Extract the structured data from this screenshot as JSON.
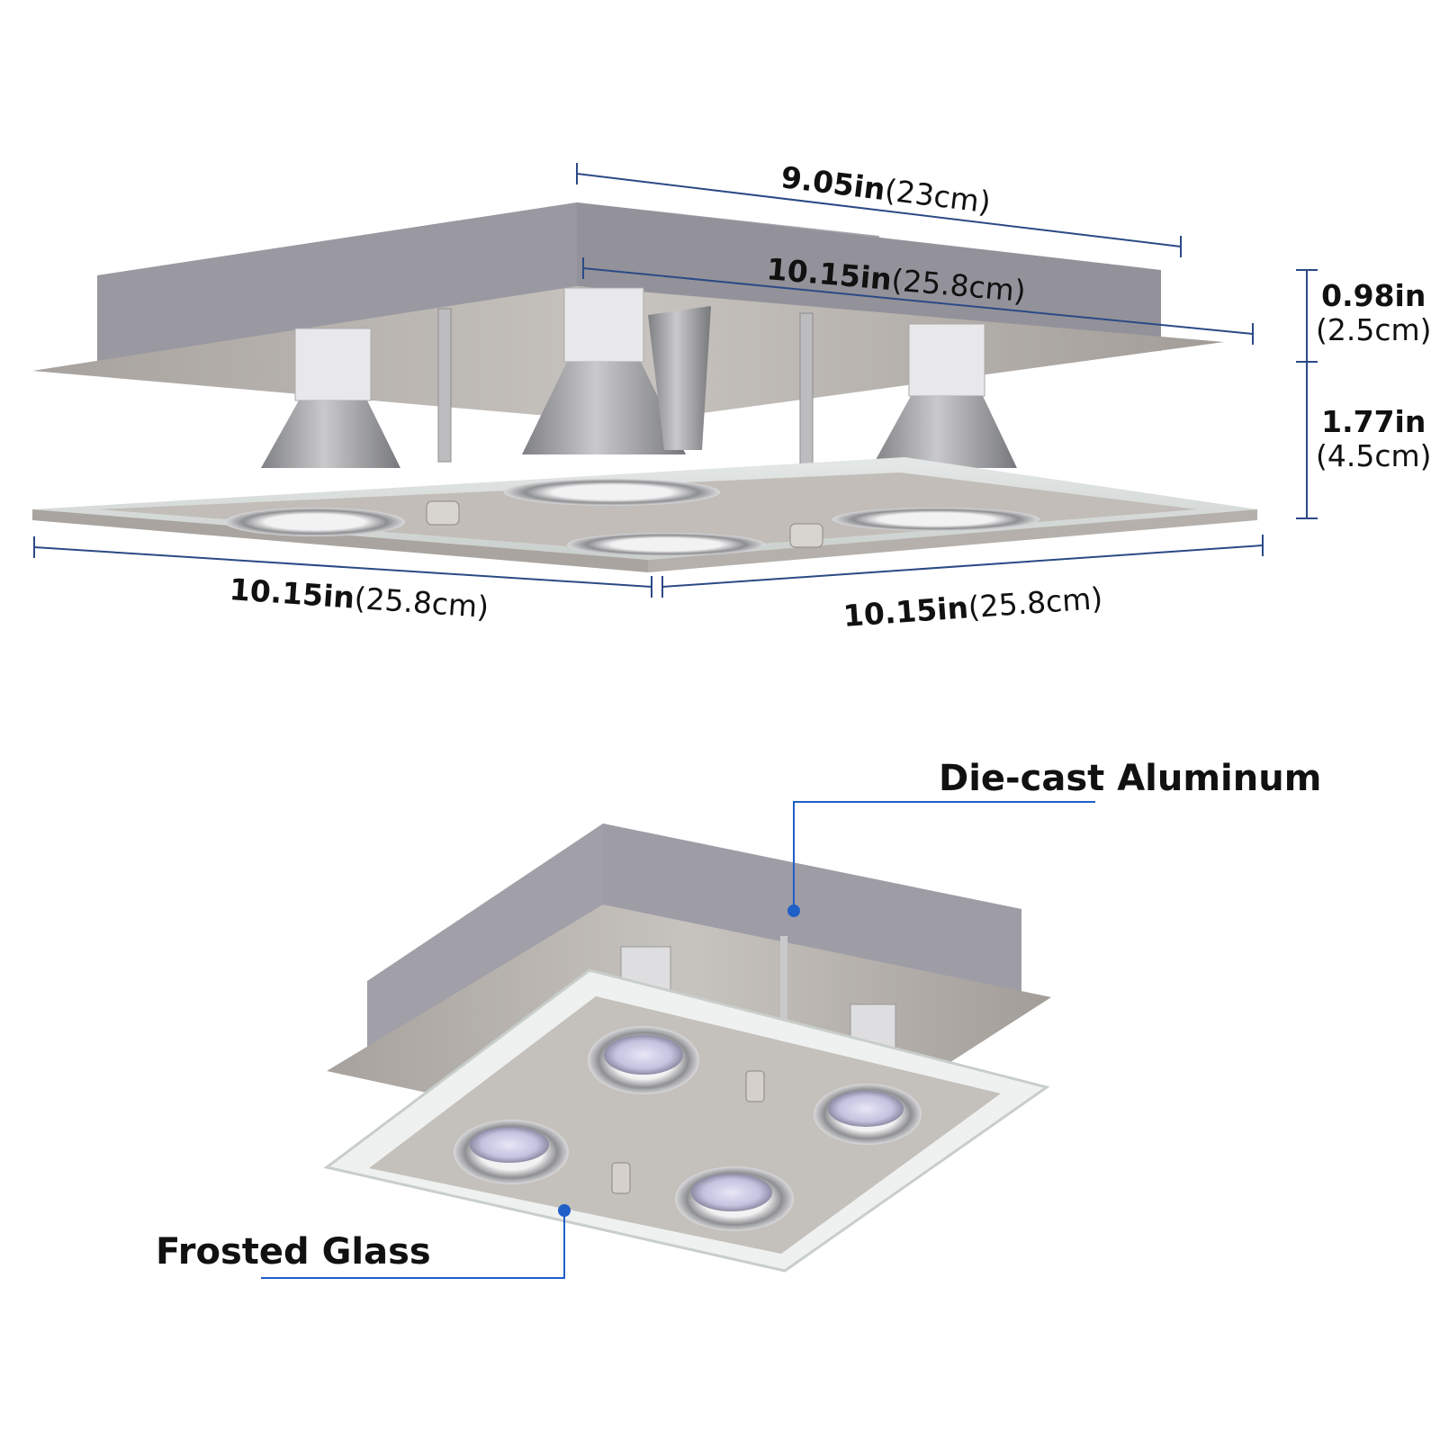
{
  "dimensions": {
    "top_depth": {
      "imperial": "9.05in",
      "metric": "(23cm)"
    },
    "top_width": {
      "imperial": "10.15in",
      "metric": "(25.8cm)"
    },
    "front_left": {
      "imperial": "10.15in",
      "metric": "(25.8cm)"
    },
    "front_right": {
      "imperial": "10.15in",
      "metric": "(25.8cm)"
    },
    "base_height": {
      "imperial": "0.98in",
      "metric": "(2.5cm)"
    },
    "glass_height": {
      "imperial": "1.77in",
      "metric": "(4.5cm)"
    }
  },
  "callouts": {
    "top": "Die-cast Aluminum",
    "bottom": "Frosted Glass"
  },
  "colors": {
    "dimension_line": "#2b4a86",
    "callout_line": "#1f5fc8",
    "base_side": "#9d9ca3",
    "brushed_plate": "#b3aea9",
    "glass_edge": "#d3d9d6",
    "text": "#111111"
  }
}
